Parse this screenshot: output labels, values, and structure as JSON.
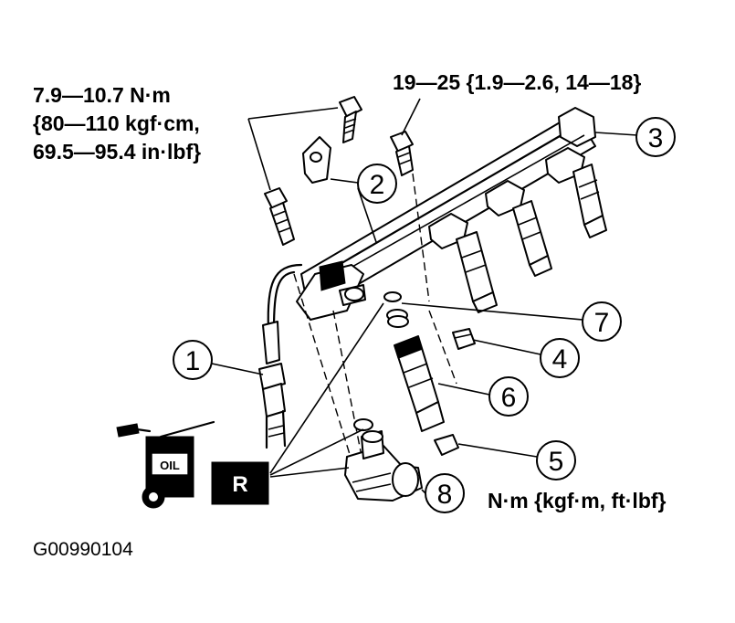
{
  "torque_labels": {
    "bolt_2": {
      "line1": "7.9—10.7 N·m",
      "line2": "{80—110 kgf·cm,",
      "line3": "69.5—95.4 in·lbf}"
    },
    "bolt_3": "19—25 {1.9—2.6, 14—18}",
    "units": "N·m {kgf·m, ft·lbf}"
  },
  "callouts": [
    "1",
    "2",
    "3",
    "4",
    "5",
    "6",
    "7",
    "8"
  ],
  "oil_can_label": "OIL",
  "replace_marker": "R",
  "figure_code": "G00990104",
  "icons": {
    "oil_can": "oil-can-icon",
    "replace": "replace-part-icon"
  },
  "colors": {
    "ink": "#000000",
    "paper": "#ffffff"
  }
}
